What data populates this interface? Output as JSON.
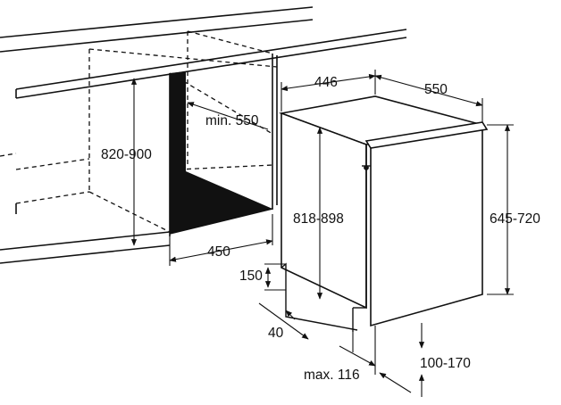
{
  "diagram": {
    "labels": {
      "niche_height": "820-900",
      "niche_min_depth": "min. 550",
      "niche_width": "450",
      "appliance_width": "446",
      "appliance_depth": "550",
      "appliance_body_height": "818-898",
      "door_panel_height": "645-720",
      "plinth_height": "150",
      "plinth_recess": "40",
      "door_bottom_range": "100-170",
      "max_door_offset": "max. 116"
    }
  }
}
